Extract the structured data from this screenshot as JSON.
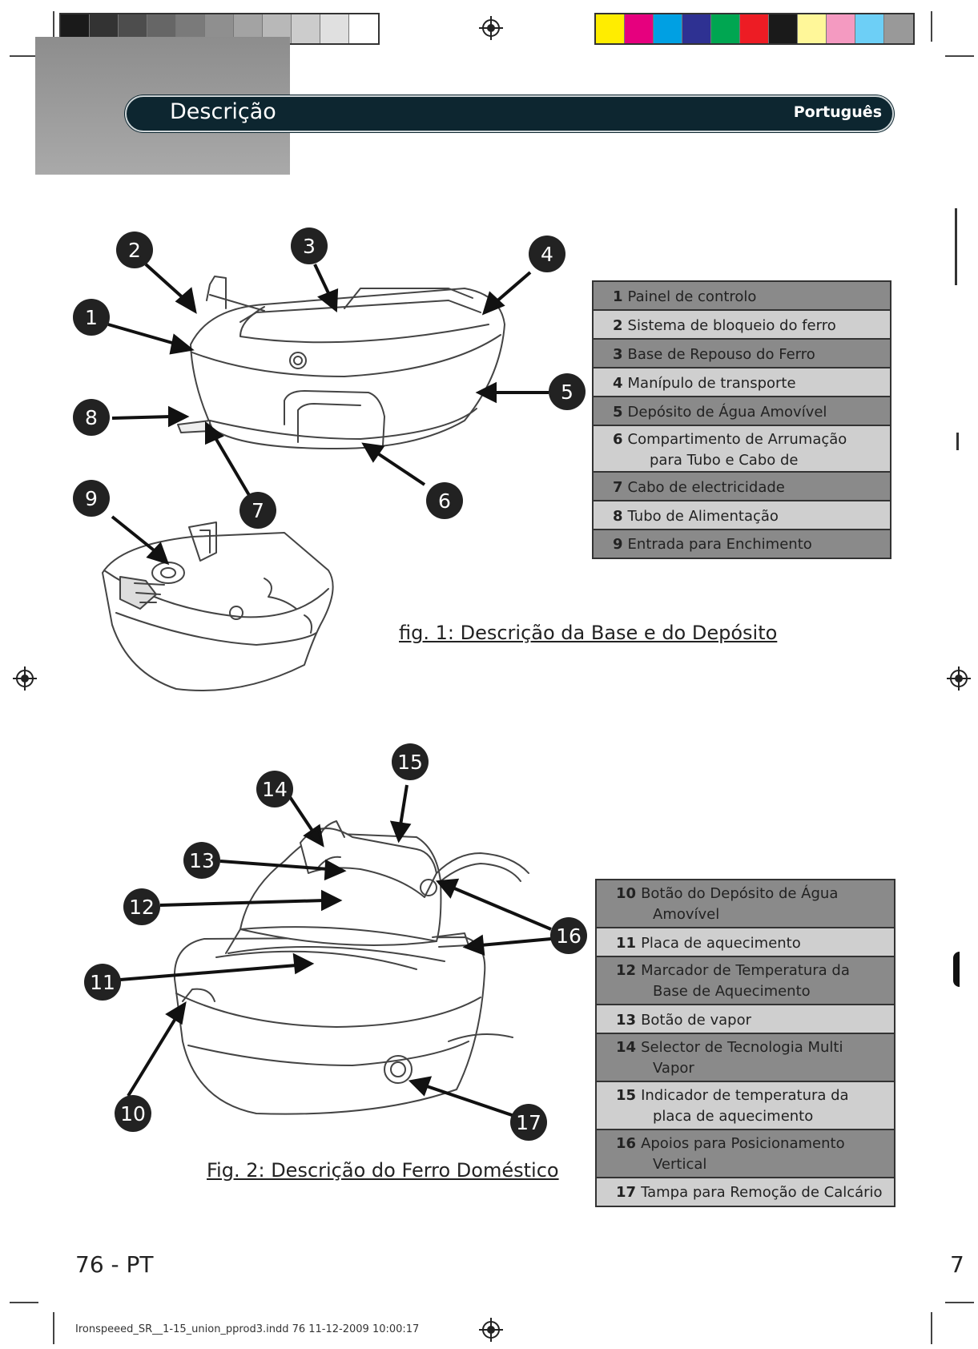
{
  "print_marks": {
    "greyscale": [
      "#1a1a1a",
      "#333333",
      "#4d4d4d",
      "#666666",
      "#7a7a7a",
      "#8f8f8f",
      "#a3a3a3",
      "#b8b8b8",
      "#cccccc",
      "#e0e0e0",
      "#ffffff"
    ],
    "colors": [
      "#ffed00",
      "#e6007e",
      "#00a0e3",
      "#2e3192",
      "#00a651",
      "#ed1c24",
      "#1a1a1a",
      "#fff799",
      "#f49ac1",
      "#6dcff6",
      "#999999"
    ]
  },
  "header": {
    "title": "Descrição",
    "language": "Português"
  },
  "fig1": {
    "caption": "fig. 1: Descrição da Base e do Depósito",
    "callouts": [
      "1",
      "2",
      "3",
      "4",
      "5",
      "6",
      "7",
      "8",
      "9"
    ],
    "parts": [
      {
        "n": "1",
        "label": "Painel de controlo",
        "cont": ""
      },
      {
        "n": "2",
        "label": "Sistema de bloqueio do ferro",
        "cont": ""
      },
      {
        "n": "3",
        "label": "Base de Repouso do Ferro",
        "cont": ""
      },
      {
        "n": "4",
        "label": "Manípulo de transporte",
        "cont": ""
      },
      {
        "n": "5",
        "label": "Depósito de Água Amovível",
        "cont": ""
      },
      {
        "n": "6",
        "label": "Compartimento de Arrumação",
        "cont": "para Tubo e Cabo de Electricidade"
      },
      {
        "n": "7",
        "label": "Cabo de electricidade",
        "cont": ""
      },
      {
        "n": "8",
        "label": "Tubo de Alimentação",
        "cont": ""
      },
      {
        "n": "9",
        "label": "Entrada para Enchimento",
        "cont": ""
      }
    ]
  },
  "fig2": {
    "caption": "Fig. 2: Descrição do Ferro Doméstico",
    "callouts": [
      "10",
      "11",
      "12",
      "13",
      "14",
      "15",
      "16",
      "17"
    ],
    "parts": [
      {
        "n": "10",
        "label": "Botão do Depósito de Água",
        "cont": "Amovível"
      },
      {
        "n": "11",
        "label": "Placa de aquecimento",
        "cont": ""
      },
      {
        "n": "12",
        "label": "Marcador de Temperatura da",
        "cont": "Base de Aquecimento"
      },
      {
        "n": "13",
        "label": "Botão de vapor",
        "cont": ""
      },
      {
        "n": "14",
        "label": "Selector de Tecnologia Multi",
        "cont": "Vapor"
      },
      {
        "n": "15",
        "label": "Indicador de temperatura da",
        "cont": "placa de aquecimento"
      },
      {
        "n": "16",
        "label": "Apoios para Posicionamento",
        "cont": "Vertical"
      },
      {
        "n": "17",
        "label": "Tampa para Remoção de Calcário",
        "cont": ""
      }
    ]
  },
  "footer": {
    "page_number": "76 - PT",
    "right_page_fragment": "7",
    "slug": "Ironspeeed_SR__1-15_union_pprod3.indd  76  11-12-2009   10:00:17"
  }
}
